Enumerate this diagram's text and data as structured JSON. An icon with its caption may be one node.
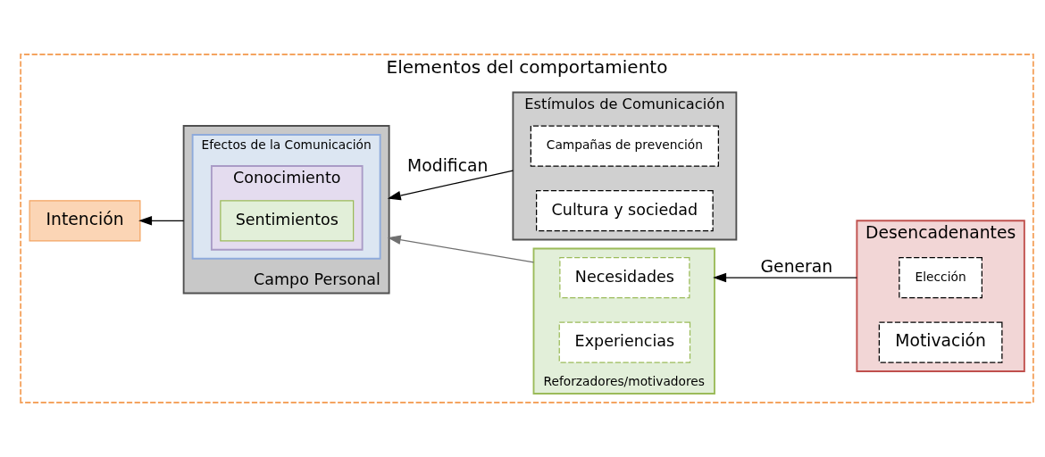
{
  "diagram": {
    "nodes": [
      {
        "text": [
          "Elementos del comportamiento"
        ]
      },
      {
        "text": [
          "Campo Personal"
        ],
        "in": 0
      },
      {
        "text": [
          "Efectos de la Comunicación"
        ],
        "in": 1
      },
      {
        "text": [
          "Conocimiento"
        ],
        "in": 2
      },
      {
        "text": [
          "Sentimientos"
        ],
        "in": 3
      },
      {
        "text": [
          "Estímulos de Comunicación"
        ],
        "in": 0
      },
      {
        "text": [
          "Campañas de prevención"
        ],
        "in": 5
      },
      {
        "text": [
          "Cultura y sociedad"
        ],
        "in": 5
      },
      {
        "text": [
          "Reforzadores/motivadores"
        ],
        "in": 0
      },
      {
        "text": [
          "Necesidades"
        ],
        "in": 8
      },
      {
        "text": [
          "Experiencias"
        ],
        "in": 8
      },
      {
        "text": [
          "Desencadenantes"
        ],
        "in": 0
      },
      {
        "text": [
          "Elección"
        ],
        "in": 11
      },
      {
        "text": [
          "Motivación"
        ],
        "in": 11
      },
      {
        "text": [
          "Intención"
        ],
        "in": 0
      }
    ],
    "edges": [
      {
        "from": 5,
        "to": 1,
        "arrow": "to",
        "label": "Modifican"
      },
      {
        "from": 8,
        "to": 1,
        "arrow": "to",
        "color": "#707070"
      },
      {
        "from": 11,
        "to": 8,
        "arrow": "to",
        "label": "Generan"
      },
      {
        "from": 1,
        "to": 14,
        "arrow": "to"
      }
    ]
  }
}
